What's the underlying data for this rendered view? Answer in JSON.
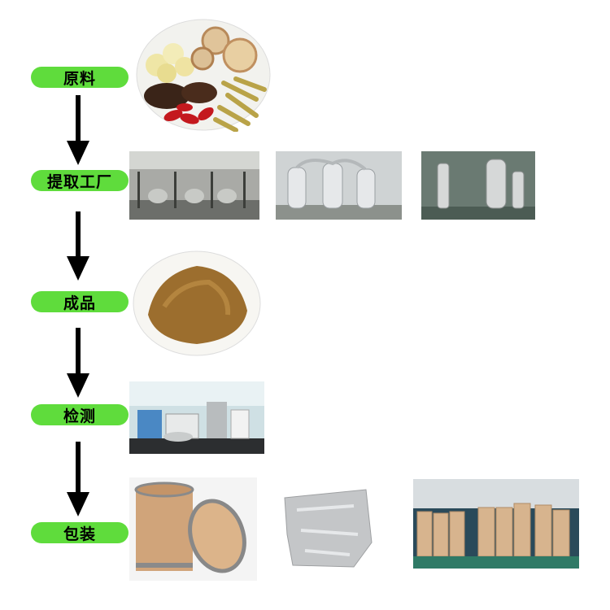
{
  "steps": [
    {
      "label": "原料"
    },
    {
      "label": "提取工厂"
    },
    {
      "label": "成品"
    },
    {
      "label": "检测"
    },
    {
      "label": "包装"
    }
  ],
  "photos": {
    "raw_materials": "herbs-plate-photo",
    "factory": [
      "extraction-hall-photo",
      "evaporator-tanks-photo",
      "steel-column-photo"
    ],
    "finished": "brown-powder-plate-photo",
    "testing": "lab-equipment-photo",
    "packaging": [
      "fiber-drum-photo",
      "foil-bag-photo",
      "warehouse-drums-photo"
    ]
  },
  "colors": {
    "label_bg": "#5fdc3c",
    "arrow": "#000000"
  }
}
